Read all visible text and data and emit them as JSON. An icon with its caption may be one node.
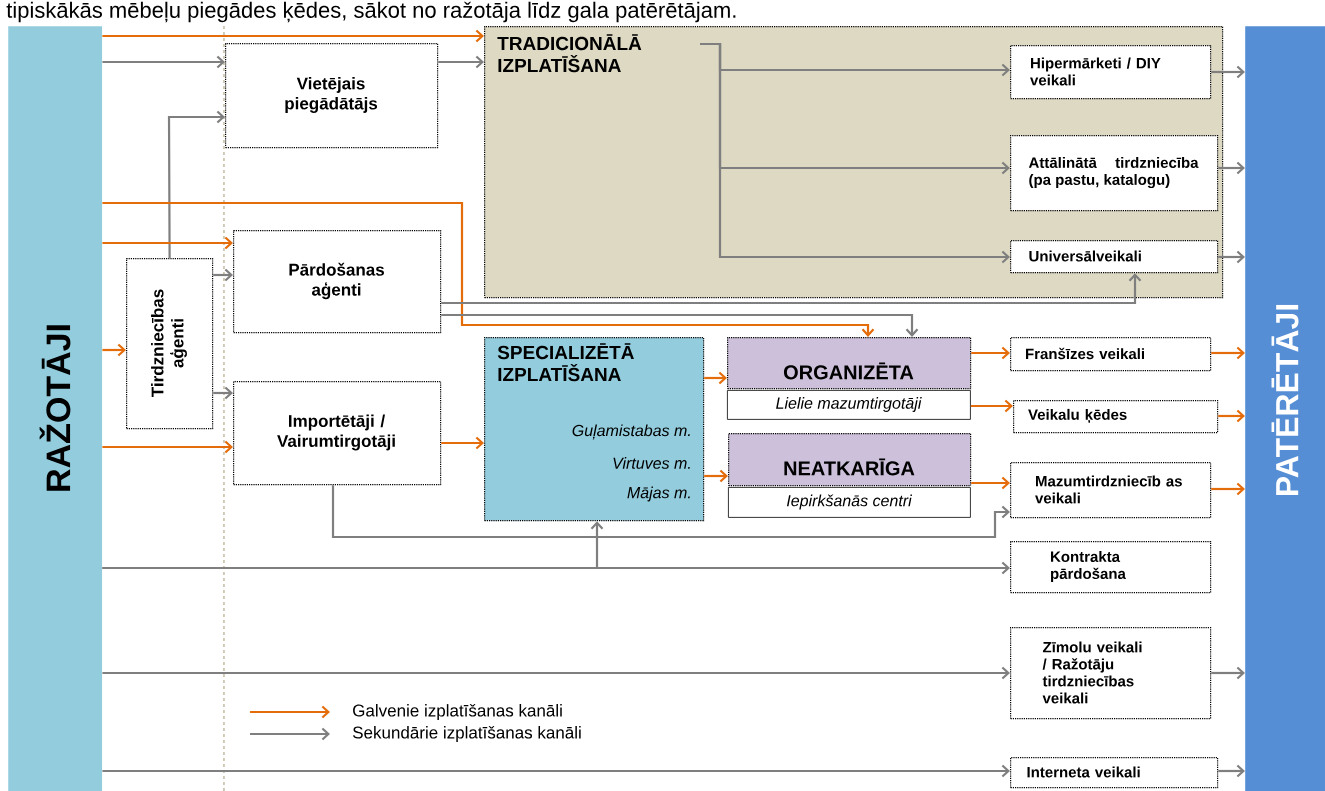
{
  "diagram": {
    "title": "tipiskākās mēbeļu piegādes ķēdes, sākot no ražotāja līdz gala patērētājam.",
    "nodes": [
      {
        "text": [
          "RAŽOTĀJI"
        ]
      },
      {
        "text": [
          "PATĒRĒTĀJI"
        ]
      },
      {
        "text": [
          "TRADICIONĀLĀ IZPLATĪŠANA"
        ]
      },
      {
        "text": [
          "Hipermārketi / DIY veikali"
        ],
        "in": 2
      },
      {
        "text": [
          "Attālinātā tirdzniecība (pa pastu, katalogu)"
        ],
        "in": 2
      },
      {
        "text": [
          "Universālveikali"
        ],
        "in": 2
      },
      {
        "text": [
          "Vietējais piegādātājs"
        ]
      },
      {
        "text": [
          "Pārdošanas aģenti"
        ]
      },
      {
        "text": [
          "Tirdzniecības aģenti"
        ]
      },
      {
        "text": [
          "Importētāji / Vairumtirgotāji"
        ]
      },
      {
        "text": [
          "SPECIALIZĒTĀ IZPLATĪŠANA",
          "Guļamistabas m.",
          "Virtuves m.",
          "Mājas m."
        ]
      },
      {
        "text": [
          "ORGANIZĒTA"
        ]
      },
      {
        "text": [
          "Lielie mazumtirgotāji"
        ]
      },
      {
        "text": [
          "NEATKARĪGA"
        ]
      },
      {
        "text": [
          "Iepirkšanās centri"
        ]
      },
      {
        "text": [
          "Franšīzes veikali"
        ]
      },
      {
        "text": [
          "Veikalu ķēdes"
        ]
      },
      {
        "text": [
          "Mazumtirdzniecīb as veikali"
        ]
      },
      {
        "text": [
          "Kontrakta pārdošana"
        ]
      },
      {
        "text": [
          "Zīmolu veikali / Ražotāju tirdzniecības veikali"
        ]
      },
      {
        "text": [
          "Interneta veikali"
        ]
      }
    ],
    "edges": [
      {
        "from": 0,
        "to": 2,
        "arrow": "to",
        "color": "#e46c0a"
      },
      {
        "from": 0,
        "to": 6,
        "arrow": "to"
      },
      {
        "from": 6,
        "to": 2,
        "arrow": "to"
      },
      {
        "from": 2,
        "to": 3,
        "arrow": "to"
      },
      {
        "from": 2,
        "to": 4,
        "arrow": "to"
      },
      {
        "from": 2,
        "to": 5,
        "arrow": "to"
      },
      {
        "from": 3,
        "to": 1,
        "arrow": "to"
      },
      {
        "from": 4,
        "to": 1,
        "arrow": "to"
      },
      {
        "from": 5,
        "to": 1,
        "arrow": "to"
      },
      {
        "from": 0,
        "to": 8,
        "arrow": "to",
        "color": "#e46c0a"
      },
      {
        "from": 8,
        "to": 6,
        "arrow": "to"
      },
      {
        "from": 0,
        "to": 7,
        "arrow": "to",
        "color": "#e46c0a"
      },
      {
        "from": 8,
        "to": 7,
        "arrow": "to"
      },
      {
        "from": 8,
        "to": 9,
        "arrow": "to"
      },
      {
        "from": 0,
        "to": 9,
        "arrow": "to",
        "color": "#e46c0a"
      },
      {
        "from": 9,
        "to": 10,
        "arrow": "to",
        "color": "#e46c0a"
      },
      {
        "from": 0,
        "to": 11,
        "arrow": "to",
        "color": "#e46c0a"
      },
      {
        "from": 7,
        "to": 5,
        "arrow": "to"
      },
      {
        "from": 7,
        "to": 11,
        "arrow": "to"
      },
      {
        "from": 10,
        "to": 11,
        "arrow": "to",
        "color": "#e46c0a"
      },
      {
        "from": 10,
        "to": 13,
        "arrow": "to",
        "color": "#e46c0a"
      },
      {
        "from": 11,
        "to": 15,
        "arrow": "to",
        "color": "#e46c0a"
      },
      {
        "from": 12,
        "to": 16,
        "arrow": "to",
        "color": "#e46c0a"
      },
      {
        "from": 13,
        "to": 17,
        "arrow": "to",
        "color": "#e46c0a"
      },
      {
        "from": 15,
        "to": 1,
        "arrow": "to",
        "color": "#e46c0a"
      },
      {
        "from": 16,
        "to": 1,
        "arrow": "to",
        "color": "#e46c0a"
      },
      {
        "from": 17,
        "to": 1,
        "arrow": "to",
        "color": "#e46c0a"
      },
      {
        "from": 9,
        "to": 17,
        "arrow": "to"
      },
      {
        "from": 0,
        "to": 10,
        "arrow": "to"
      },
      {
        "from": 0,
        "to": 18,
        "arrow": "to"
      },
      {
        "from": 0,
        "to": 19,
        "arrow": "to"
      },
      {
        "from": 19,
        "to": 1,
        "arrow": "to"
      },
      {
        "from": 0,
        "to": 20,
        "arrow": "to"
      },
      {
        "from": 20,
        "to": 1,
        "arrow": "to"
      }
    ],
    "legend": [
      {
        "text": "Galvenie izplatīšanas kanāli"
      },
      {
        "text": "Sekundārie izplatīšanas kanāli"
      }
    ]
  }
}
